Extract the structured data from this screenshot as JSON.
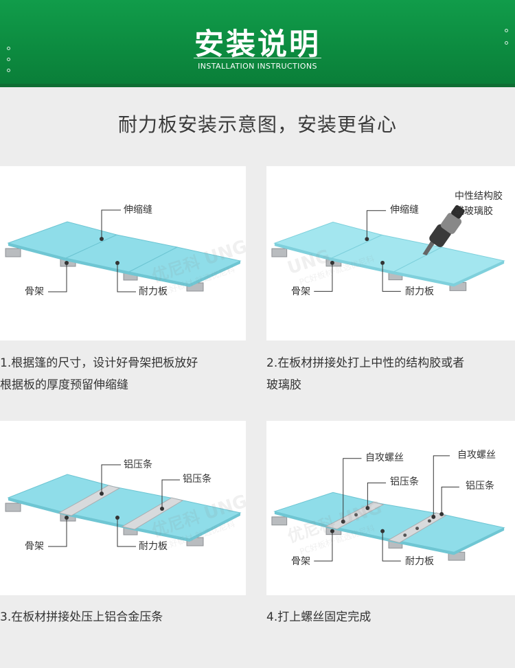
{
  "header": {
    "title": "安装说明",
    "subtitle": "INSTALLATION INSTRUCTIONS"
  },
  "heading": "耐力板安装示意图，安装更省心",
  "watermark": {
    "brand": "优尼科",
    "latin": "UNG",
    "tagline": "PC好板材·就选优尼科"
  },
  "steps": [
    {
      "labels": {
        "joint": "伸缩缝",
        "frame": "骨架",
        "board": "耐力板"
      },
      "caption_lines": [
        "1.根据篷的尺寸，设计好骨架把板放好",
        "根据板的厚度预留伸缩缝"
      ]
    },
    {
      "labels": {
        "joint": "伸缩缝",
        "glue_line1": "中性结构胶",
        "glue_line2": "或玻璃胶",
        "frame": "骨架",
        "board": "耐力板"
      },
      "caption_lines": [
        "2.在板材拼接处打上中性的结构胶或者",
        "玻璃胶"
      ]
    },
    {
      "labels": {
        "strip_a": "铝压条",
        "strip_b": "铝压条",
        "frame": "骨架",
        "board": "耐力板"
      },
      "caption_lines": [
        "3.在板材拼接处压上铝合金压条"
      ]
    },
    {
      "labels": {
        "screw_a": "自攻螺丝",
        "strip_a": "铝压条",
        "screw_b": "自攻螺丝",
        "strip_b": "铝压条",
        "frame": "骨架",
        "board": "耐力板"
      },
      "caption_lines": [
        "4.打上螺丝固定完成"
      ]
    }
  ],
  "colors": {
    "banner_green": "#0f9444",
    "board_blue": "#8fdde9",
    "frame_gray": "#b9bcbf",
    "strip_silver": "#d8dadc"
  }
}
